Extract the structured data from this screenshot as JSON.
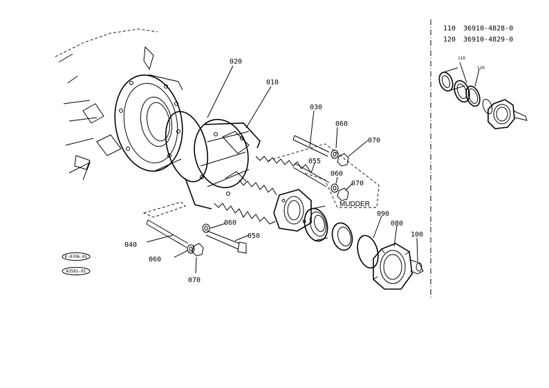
{
  "parts_table": [
    {
      "ref": "110",
      "part_no": "36910-4828-0"
    },
    {
      "ref": "120",
      "part_no": "36910-4829-0"
    }
  ],
  "callouts": {
    "c010": "010",
    "c020": "020",
    "c030": "030",
    "c040": "040",
    "c050": "050",
    "c055": "055",
    "c060a": "060",
    "c060b": "060",
    "c060c": "060",
    "c060d": "060",
    "c070a": "070",
    "c070b": "070",
    "c070c": "070",
    "c080": "080",
    "c090": "090",
    "c100": "100",
    "c110": "110",
    "c120": "120"
  },
  "mudder_label": "MUDDER",
  "reference_marks": [
    "K-0706-01",
    "A3581-01"
  ]
}
